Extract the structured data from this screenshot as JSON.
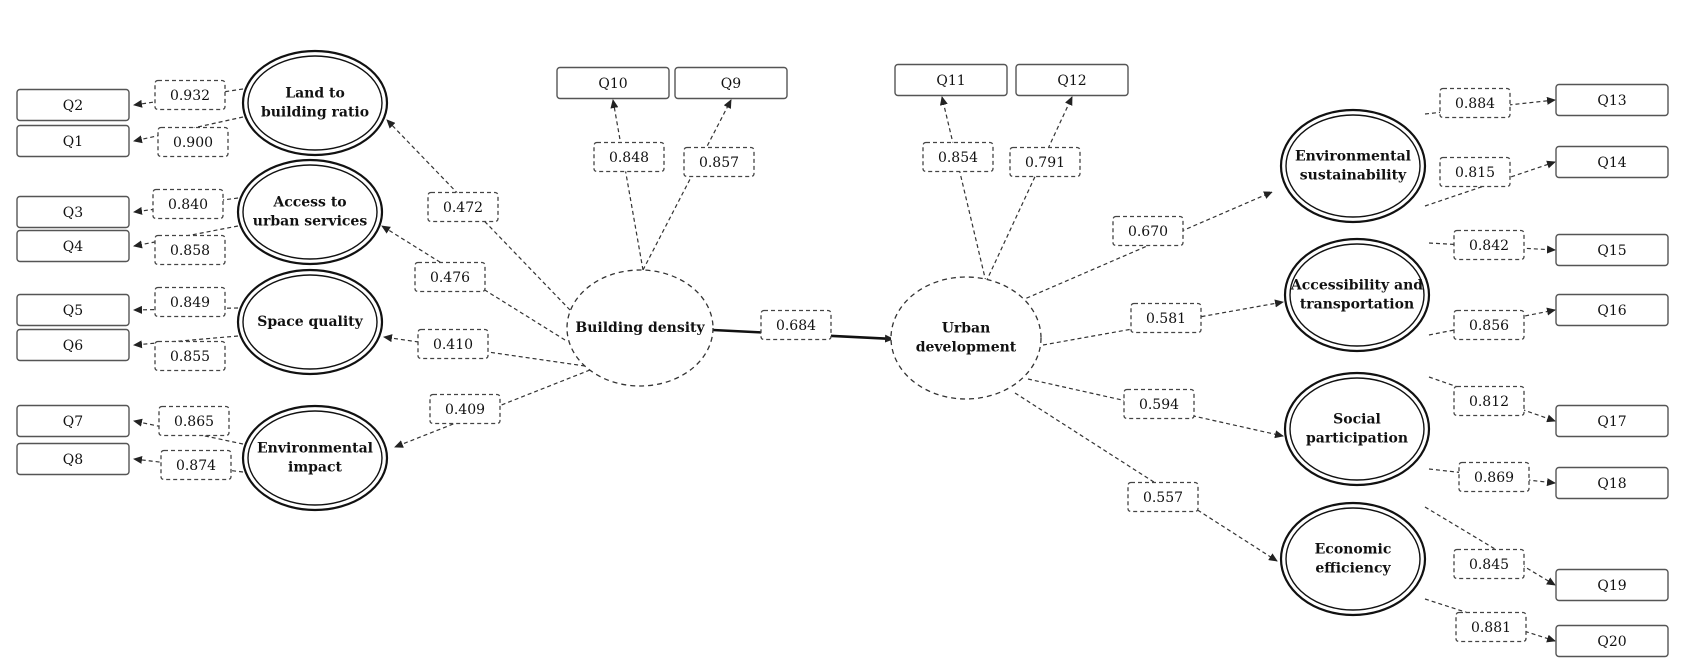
{
  "diagram": {
    "exogenous": {
      "label": "Building density",
      "items": [
        "Q10",
        "Q9"
      ],
      "loadings": [
        "0.848",
        "0.857"
      ]
    },
    "endogenous": {
      "label_lines": [
        "Urban",
        "development"
      ],
      "items": [
        "Q11",
        "Q12"
      ],
      "loadings": [
        "0.854",
        "0.791"
      ]
    },
    "main_path": "0.684",
    "left_constructs": [
      {
        "label_lines": [
          "Land to",
          "building ratio"
        ],
        "path": "0.472",
        "items": [
          "Q2",
          "Q1"
        ],
        "loadings": [
          "0.932",
          "0.900"
        ]
      },
      {
        "label_lines": [
          "Access to",
          "urban services"
        ],
        "path": "0.476",
        "items": [
          "Q3",
          "Q4"
        ],
        "loadings": [
          "0.840",
          "0.858"
        ]
      },
      {
        "label_lines": [
          "Space quality"
        ],
        "path": "0.410",
        "items": [
          "Q5",
          "Q6"
        ],
        "loadings": [
          "0.849",
          "0.855"
        ]
      },
      {
        "label_lines": [
          "Environmental",
          "impact"
        ],
        "path": "0.409",
        "items": [
          "Q7",
          "Q8"
        ],
        "loadings": [
          "0.865",
          "0.874"
        ]
      }
    ],
    "right_constructs": [
      {
        "label_lines": [
          "Environmental",
          "sustainability"
        ],
        "path": "0.670",
        "items": [
          "Q13",
          "Q14"
        ],
        "loadings": [
          "0.884",
          "0.815"
        ]
      },
      {
        "label_lines": [
          "Accessibility and",
          "transportation"
        ],
        "path": "0.581",
        "items": [
          "Q15",
          "Q16"
        ],
        "loadings": [
          "0.842",
          "0.856"
        ]
      },
      {
        "label_lines": [
          "Social",
          "participation"
        ],
        "path": "0.594",
        "items": [
          "Q17",
          "Q18"
        ],
        "loadings": [
          "0.812",
          "0.869"
        ]
      },
      {
        "label_lines": [
          "Economic",
          "efficiency"
        ],
        "path": "0.557",
        "items": [
          "Q19",
          "Q20"
        ],
        "loadings": [
          "0.845",
          "0.881"
        ]
      }
    ]
  }
}
